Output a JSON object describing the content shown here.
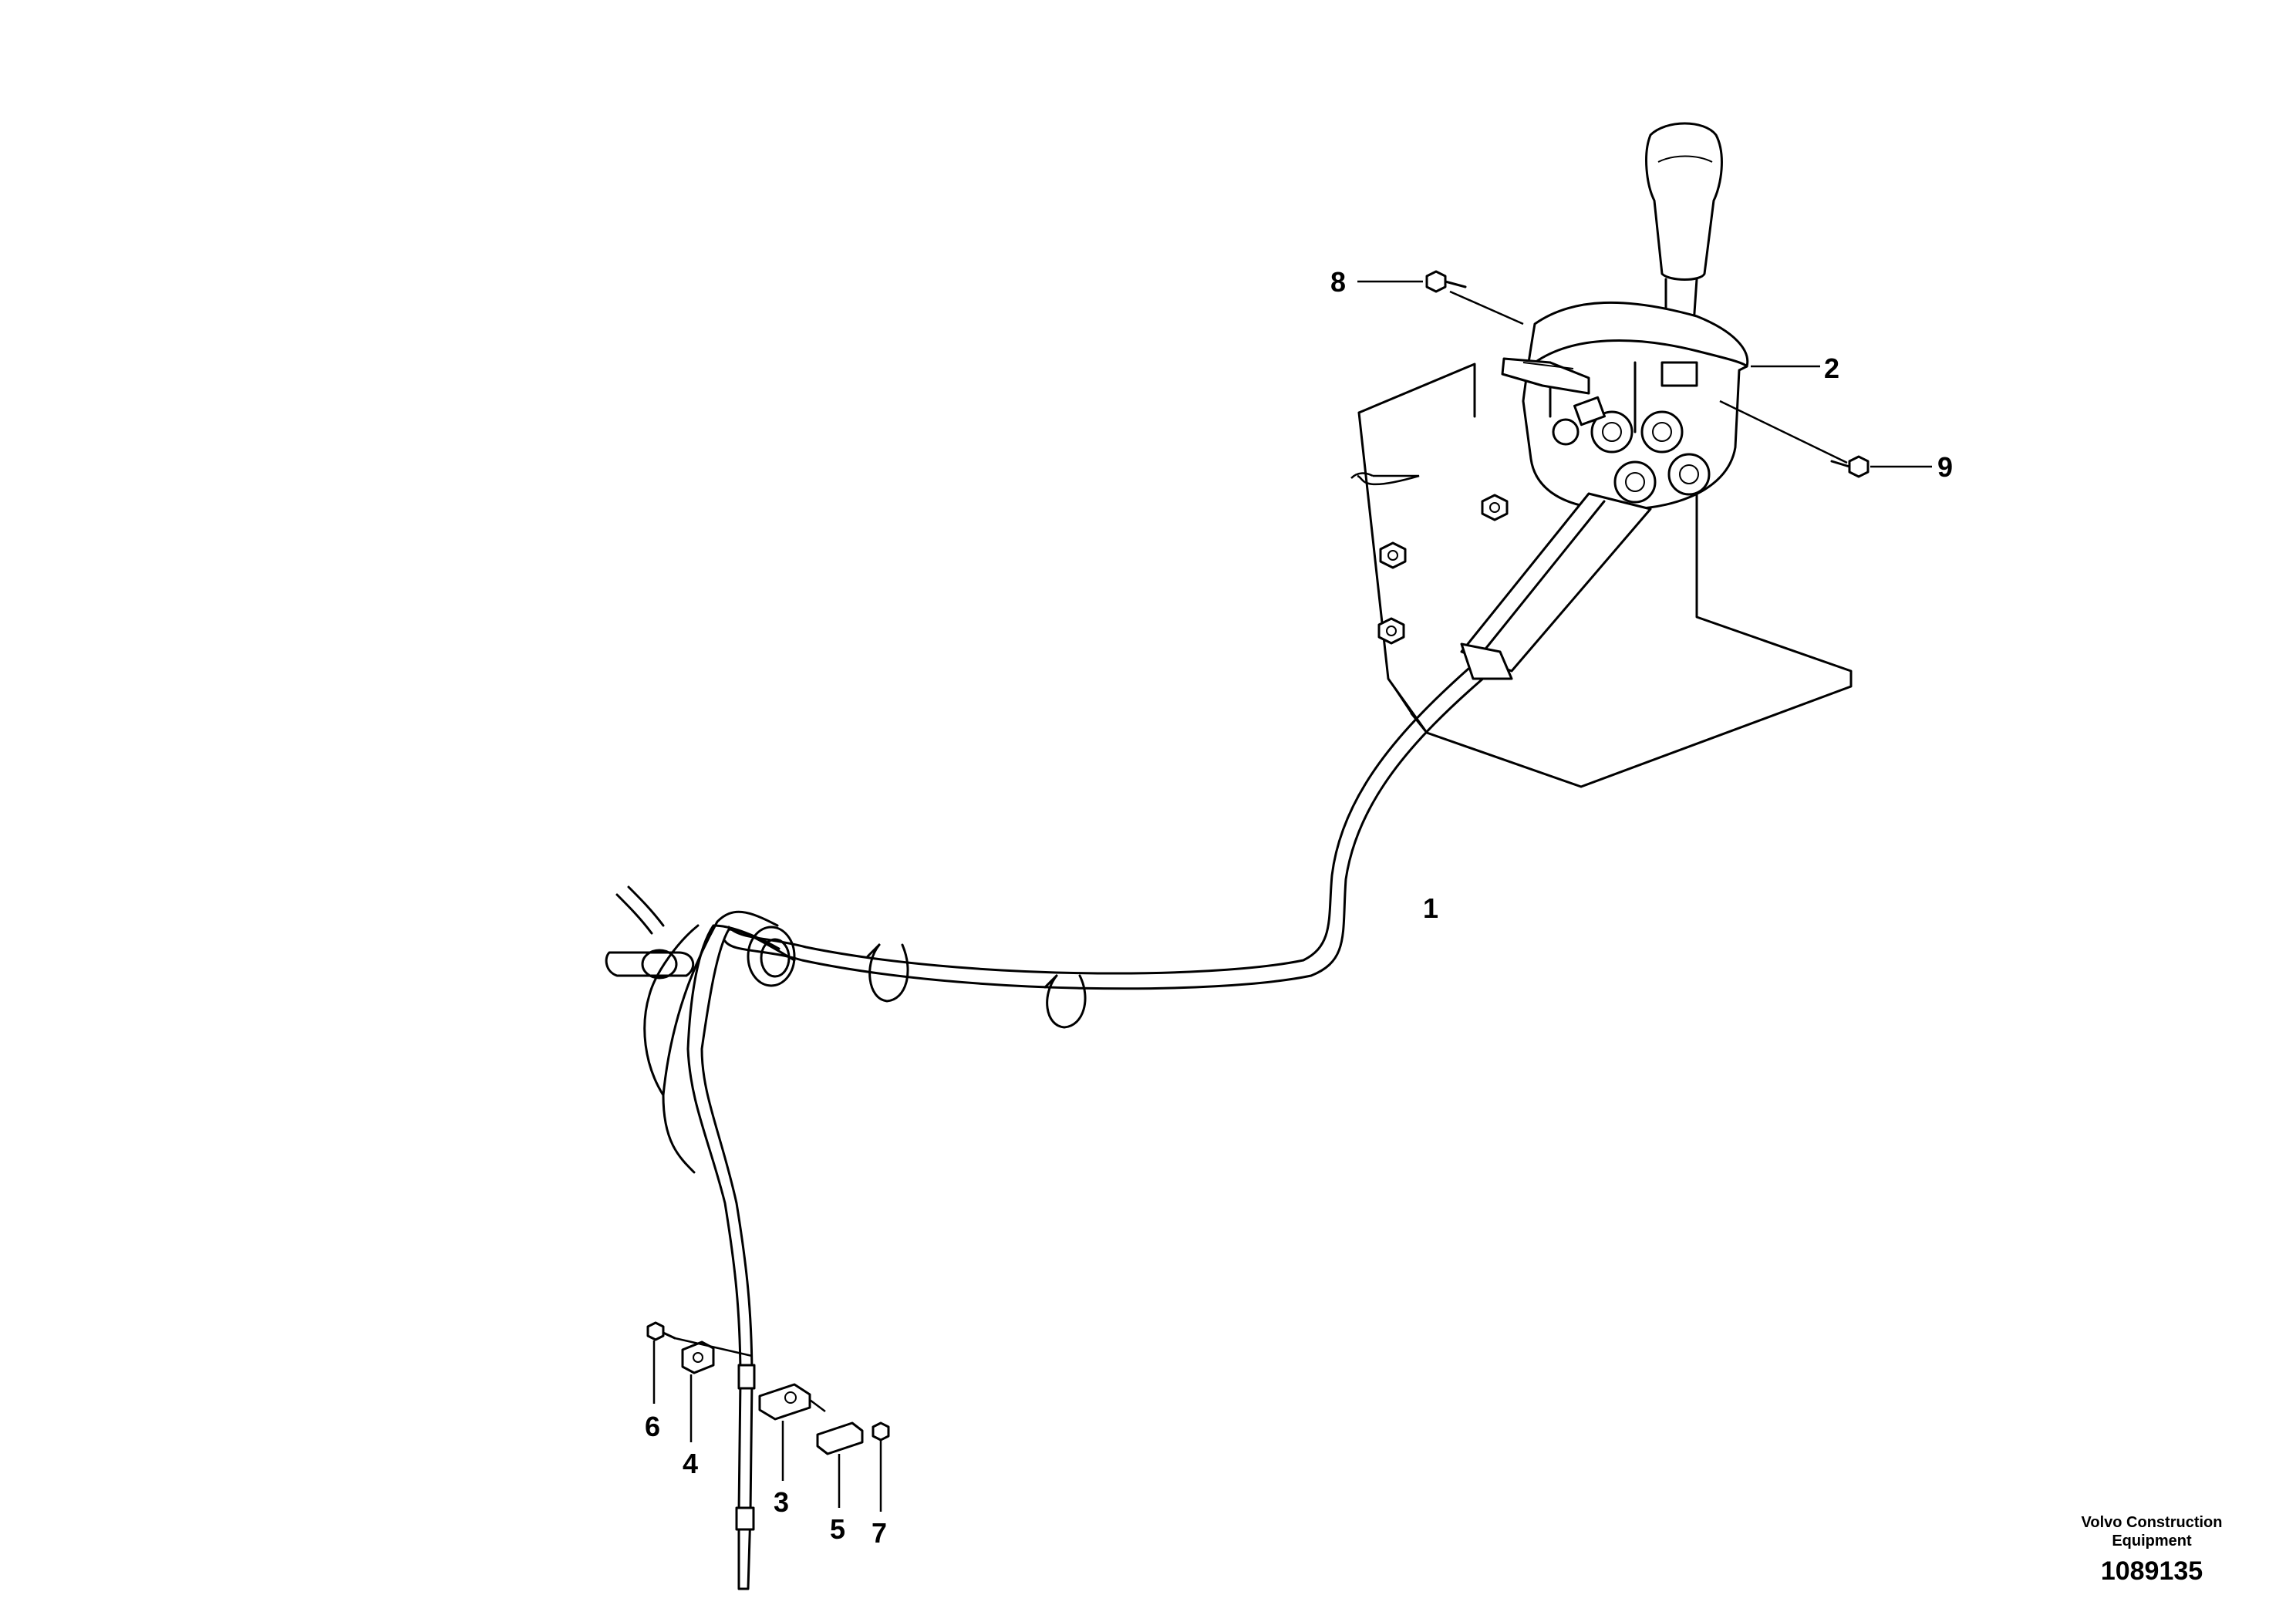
{
  "callouts": [
    {
      "id": "1",
      "label": "1"
    },
    {
      "id": "2",
      "label": "2"
    },
    {
      "id": "3",
      "label": "3"
    },
    {
      "id": "4",
      "label": "4"
    },
    {
      "id": "5",
      "label": "5"
    },
    {
      "id": "6",
      "label": "6"
    },
    {
      "id": "7",
      "label": "7"
    },
    {
      "id": "8",
      "label": "8"
    },
    {
      "id": "9",
      "label": "9"
    }
  ],
  "footer": {
    "brand_line1": "Volvo Construction",
    "brand_line2": "Equipment",
    "document_number": "1089135"
  }
}
